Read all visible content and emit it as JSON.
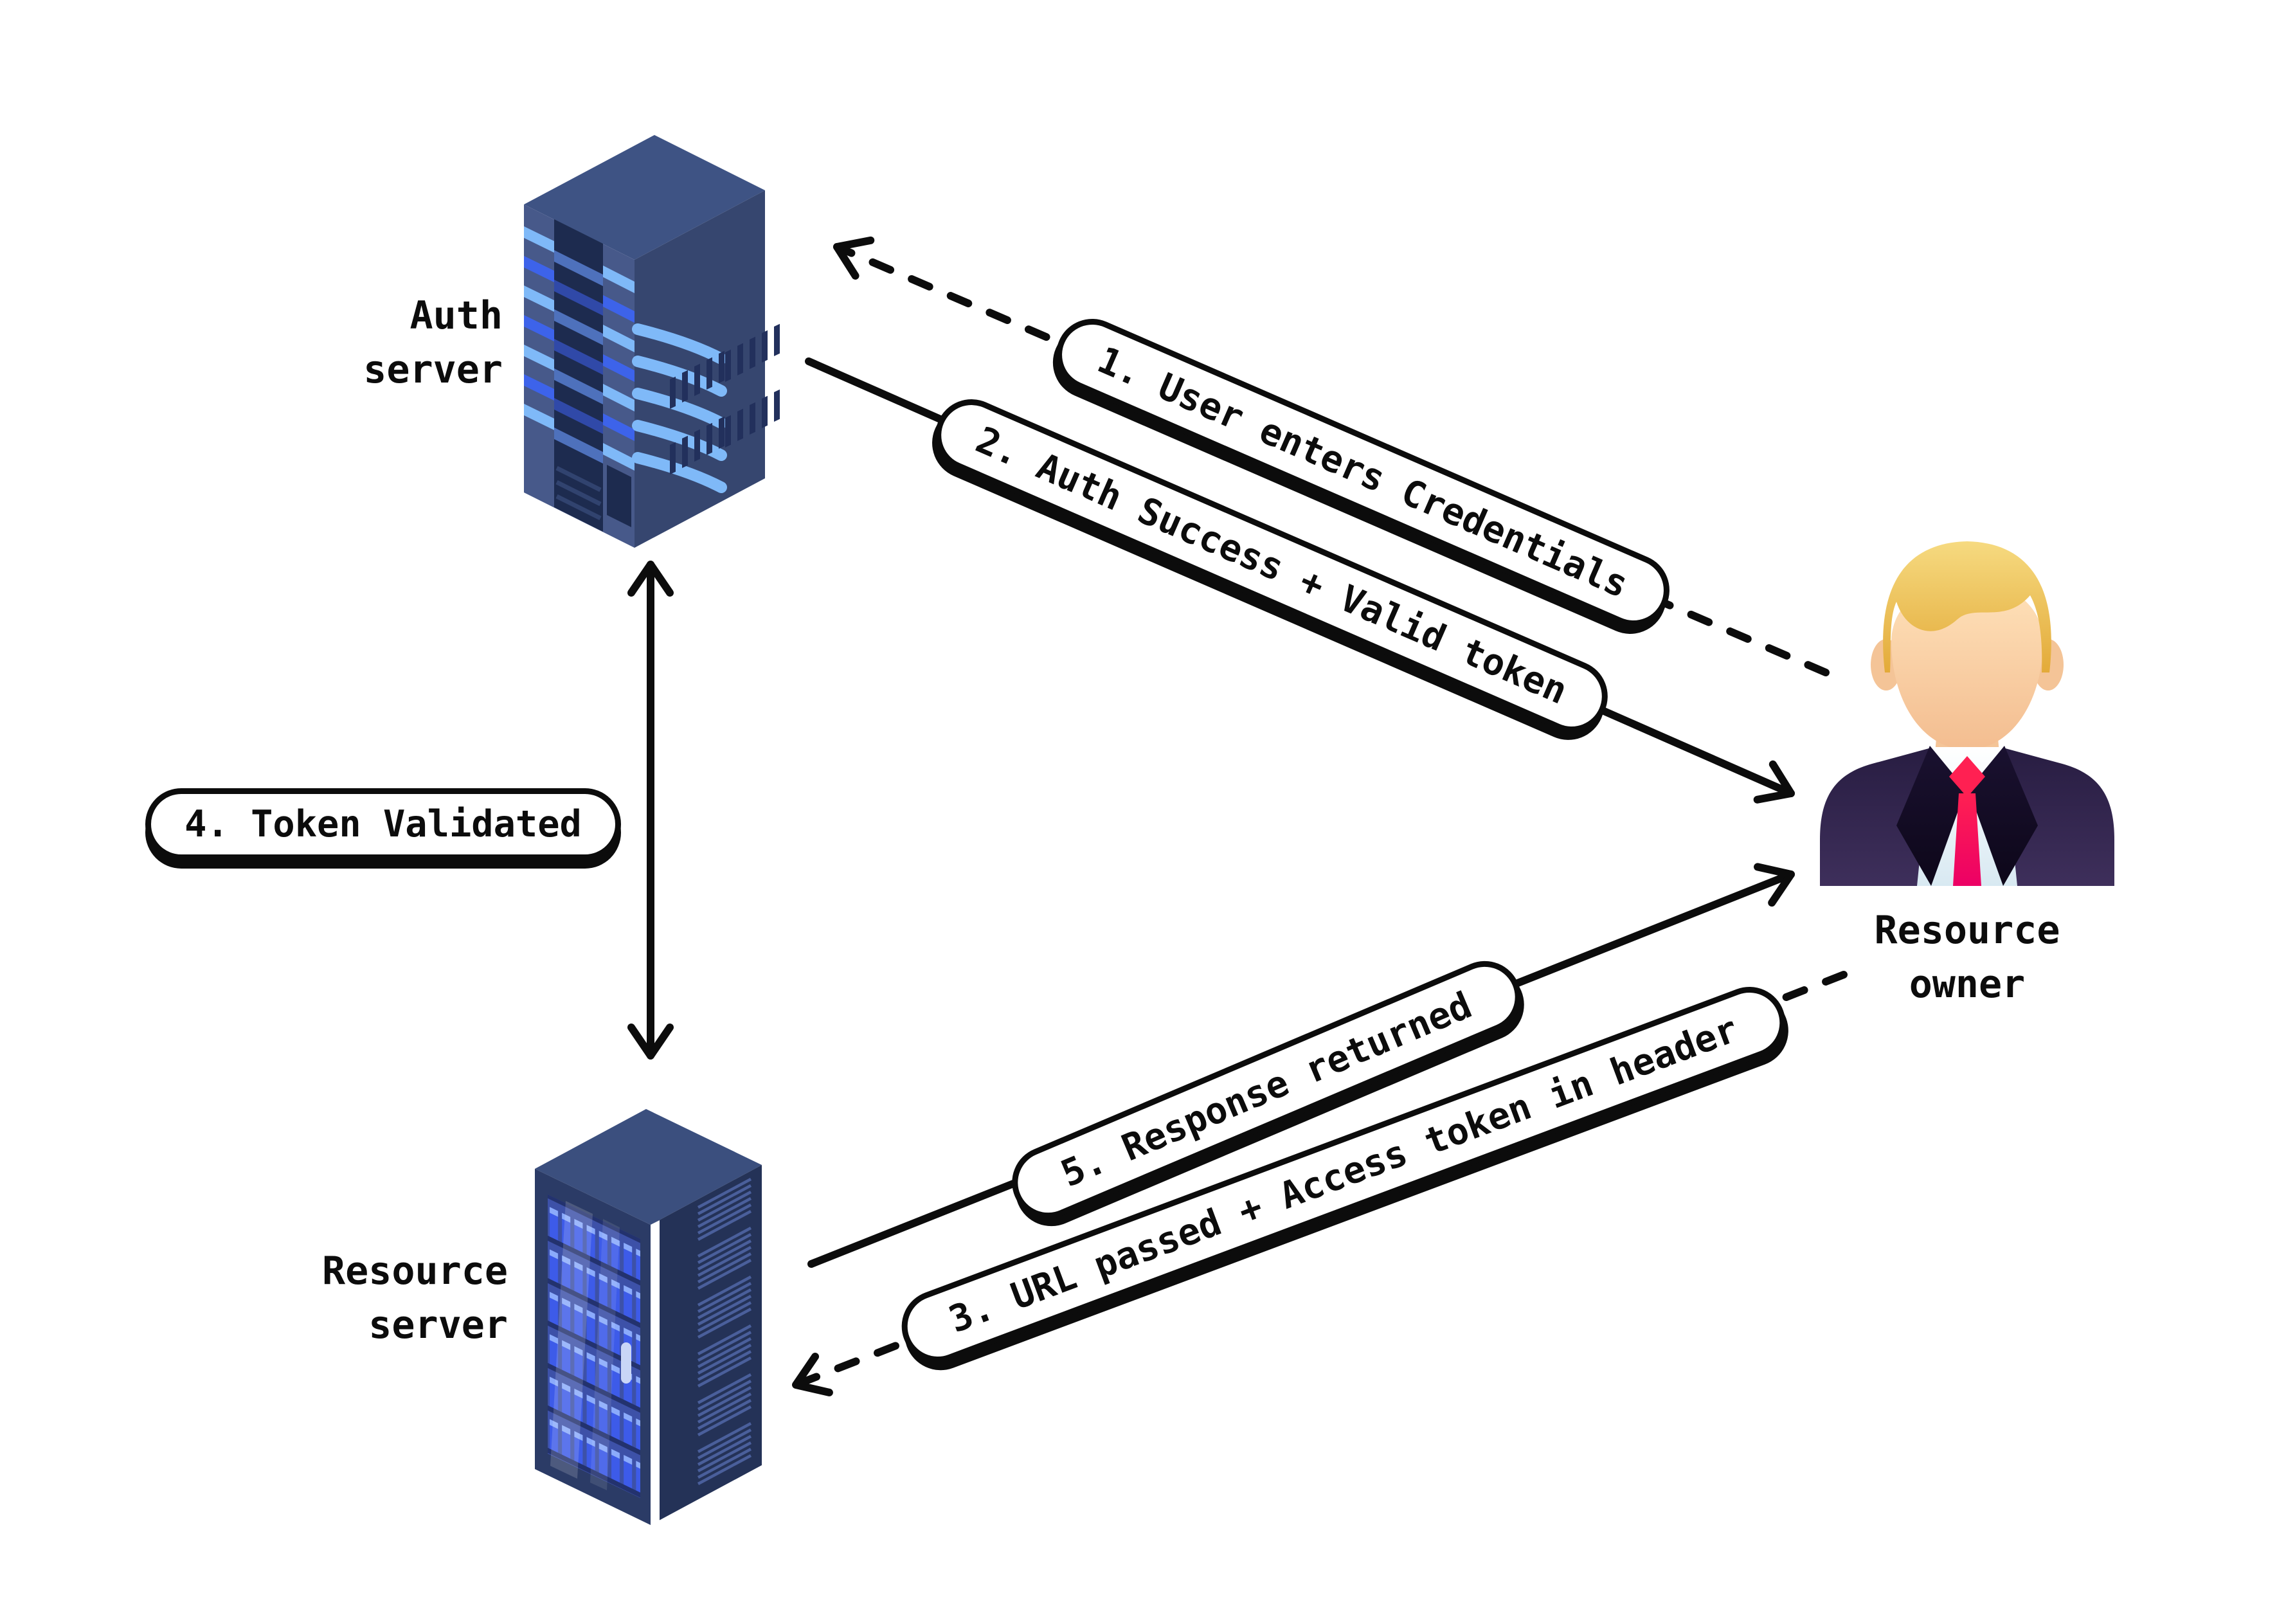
{
  "nodes": {
    "auth_server": {
      "label": "Auth server"
    },
    "resource_server": {
      "label": "Resource server"
    },
    "resource_owner": {
      "label": "Resource owner"
    }
  },
  "steps": [
    {
      "id": 1,
      "label": "1. User enters Credentials",
      "from": "resource_owner",
      "to": "auth_server",
      "line_style": "dashed"
    },
    {
      "id": 2,
      "label": "2. Auth Success + Valid token",
      "from": "auth_server",
      "to": "resource_owner",
      "line_style": "solid"
    },
    {
      "id": 3,
      "label": "3. URL passed + Access token in header",
      "from": "resource_owner",
      "to": "resource_server",
      "line_style": "dashed"
    },
    {
      "id": 4,
      "label": "4. Token Validated",
      "from": "auth_server",
      "to": "resource_server",
      "line_style": "double-arrow"
    },
    {
      "id": 5,
      "label": "5. Response returned",
      "from": "resource_server",
      "to": "resource_owner",
      "line_style": "solid"
    }
  ],
  "colors": {
    "background": "#ffffff",
    "ink": "#0c0c0c",
    "pill_bg": "#ffffff",
    "auth_top": "#3e5384",
    "auth_left": "#47598a",
    "auth_right": "#36466f",
    "auth_recess": "#1d2b4f",
    "channel_line": "#31436f",
    "stripe_light": "#7fb9f8",
    "stripe_royal": "#3d63ea",
    "stripe_dim_light": "#4e71bc",
    "stripe_dim_royal": "#3049a8",
    "vent_dark": "#22305c",
    "rs_top": "#3b4f7e",
    "rs_right": "#243257",
    "rs_frame": "#2b3b66",
    "rs_glass": "#3d51a8",
    "rs_blade": "#3d5cec",
    "rs_blade_top": "#8fb0ff",
    "rs_shelf": "#22306b",
    "rs_vent": "#4a5f9b",
    "rs_handle": "#c9d6f6",
    "seam_white": "#ffffff",
    "hair_top": "#f6da80",
    "hair_bottom": "#e3aa39",
    "skin_light": "#ffe2ba",
    "skin_mid": "#f4c497",
    "skin_shadow": "#f3bd90",
    "shirt_top": "#ffffff",
    "shirt_bottom": "#d8e9f2",
    "suit_top": "#281d42",
    "suit_bottom": "#3e2f5b",
    "lapel_top": "#1a1130",
    "lapel_bottom": "#0d0719",
    "tie_top": "#ff2052",
    "tie_bottom": "#ec0065"
  }
}
